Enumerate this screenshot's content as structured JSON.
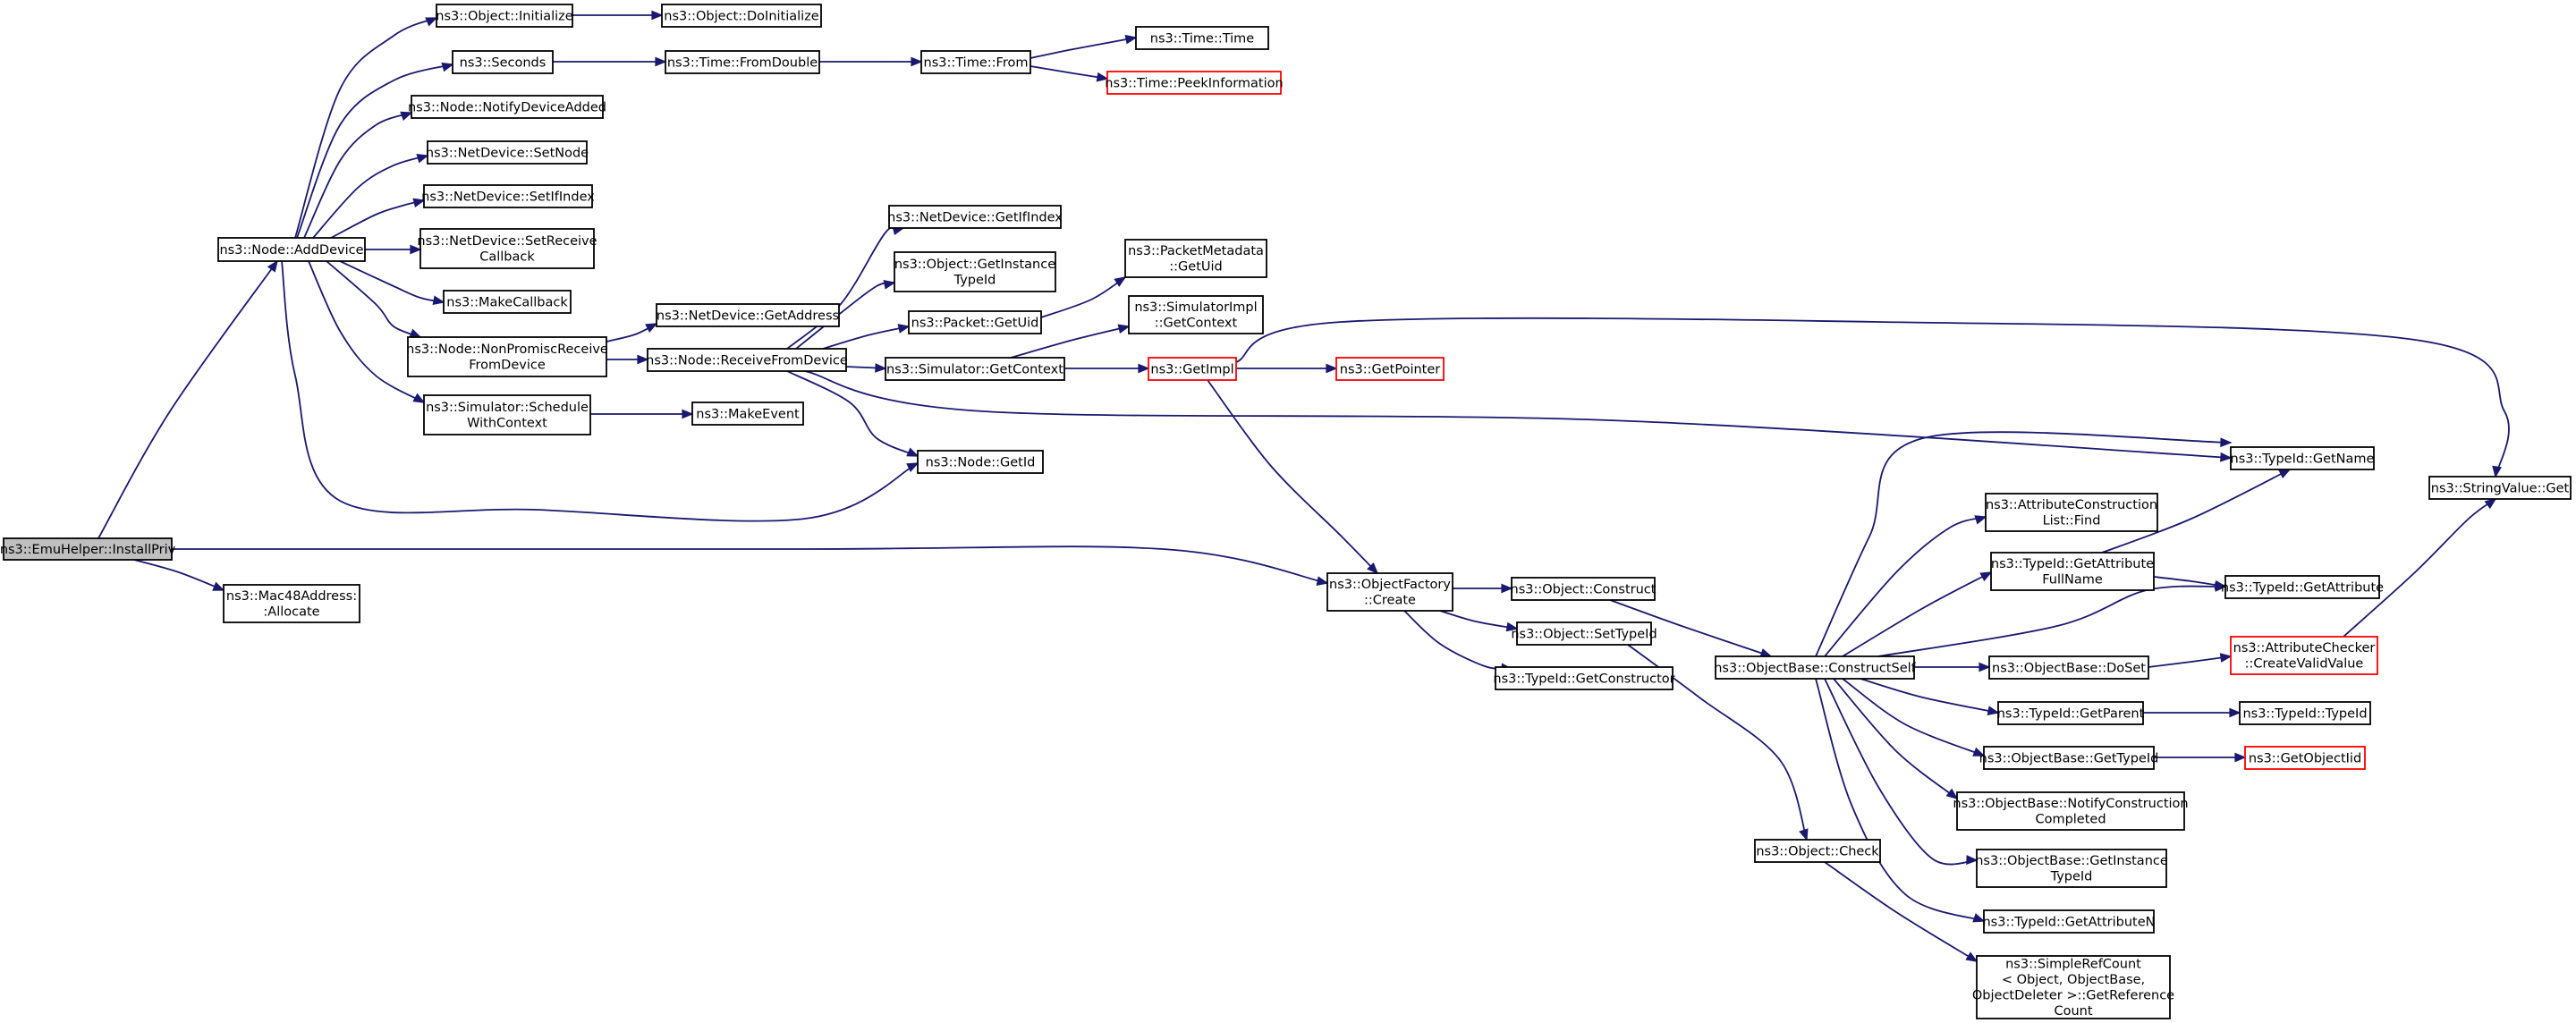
{
  "colors": {
    "edge": "#191970",
    "node_border": "#000000",
    "missing_border": "#ff0000",
    "root_fill": "#bfbfbf",
    "node_fill": "#ffffff",
    "background": "#ffffff"
  },
  "diagram": {
    "type": "call-graph",
    "nodes": [
      {
        "id": "install",
        "lines": [
          "ns3::EmuHelper::InstallPriv"
        ],
        "style": "root"
      },
      {
        "id": "mac48",
        "lines": [
          "ns3::Mac48Address:",
          ":Allocate"
        ],
        "style": "normal"
      },
      {
        "id": "adddevice",
        "lines": [
          "ns3::Node::AddDevice"
        ],
        "style": "normal"
      },
      {
        "id": "objinit",
        "lines": [
          "ns3::Object::Initialize"
        ],
        "style": "normal"
      },
      {
        "id": "objdoinit",
        "lines": [
          "ns3::Object::DoInitialize"
        ],
        "style": "normal"
      },
      {
        "id": "seconds",
        "lines": [
          "ns3::Seconds"
        ],
        "style": "normal"
      },
      {
        "id": "fromdouble",
        "lines": [
          "ns3::Time::FromDouble"
        ],
        "style": "normal"
      },
      {
        "id": "timefrom",
        "lines": [
          "ns3::Time::From"
        ],
        "style": "normal"
      },
      {
        "id": "timetime",
        "lines": [
          "ns3::Time::Time"
        ],
        "style": "normal"
      },
      {
        "id": "peekinfo",
        "lines": [
          "ns3::Time::PeekInformation"
        ],
        "style": "missing"
      },
      {
        "id": "notifyadded",
        "lines": [
          "ns3::Node::NotifyDeviceAdded"
        ],
        "style": "normal"
      },
      {
        "id": "setnode",
        "lines": [
          "ns3::NetDevice::SetNode"
        ],
        "style": "normal"
      },
      {
        "id": "setifindex",
        "lines": [
          "ns3::NetDevice::SetIfIndex"
        ],
        "style": "normal"
      },
      {
        "id": "setreceive",
        "lines": [
          "ns3::NetDevice::SetReceive",
          "Callback"
        ],
        "style": "normal"
      },
      {
        "id": "makecallback",
        "lines": [
          "ns3::MakeCallback"
        ],
        "style": "normal"
      },
      {
        "id": "nonpromisc",
        "lines": [
          "ns3::Node::NonPromiscReceive",
          "FromDevice"
        ],
        "style": "normal"
      },
      {
        "id": "schedctx",
        "lines": [
          "ns3::Simulator::Schedule",
          "WithContext"
        ],
        "style": "normal"
      },
      {
        "id": "getaddress",
        "lines": [
          "ns3::NetDevice::GetAddress"
        ],
        "style": "normal"
      },
      {
        "id": "recvfromdev",
        "lines": [
          "ns3::Node::ReceiveFromDevice"
        ],
        "style": "normal"
      },
      {
        "id": "makeevent",
        "lines": [
          "ns3::MakeEvent"
        ],
        "style": "normal"
      },
      {
        "id": "getifindex",
        "lines": [
          "ns3::NetDevice::GetIfIndex"
        ],
        "style": "normal"
      },
      {
        "id": "getinsttypeid",
        "lines": [
          "ns3::Object::GetInstance",
          "TypeId"
        ],
        "style": "normal"
      },
      {
        "id": "packetuid",
        "lines": [
          "ns3::Packet::GetUid"
        ],
        "style": "normal"
      },
      {
        "id": "simctx",
        "lines": [
          "ns3::Simulator::GetContext"
        ],
        "style": "normal"
      },
      {
        "id": "nodegetid",
        "lines": [
          "ns3::Node::GetId"
        ],
        "style": "normal"
      },
      {
        "id": "pktmetauid",
        "lines": [
          "ns3::PacketMetadata",
          "::GetUid"
        ],
        "style": "normal"
      },
      {
        "id": "simimplctx",
        "lines": [
          "ns3::SimulatorImpl",
          "::GetContext"
        ],
        "style": "normal"
      },
      {
        "id": "getimpl",
        "lines": [
          "ns3::GetImpl"
        ],
        "style": "missing"
      },
      {
        "id": "getpointer",
        "lines": [
          "ns3::GetPointer"
        ],
        "style": "missing"
      },
      {
        "id": "objfactory",
        "lines": [
          "ns3::ObjectFactory",
          "::Create"
        ],
        "style": "normal"
      },
      {
        "id": "objconstruct",
        "lines": [
          "ns3::Object::Construct"
        ],
        "style": "normal"
      },
      {
        "id": "objsettypeid",
        "lines": [
          "ns3::Object::SetTypeId"
        ],
        "style": "normal"
      },
      {
        "id": "getconstructor",
        "lines": [
          "ns3::TypeId::GetConstructor"
        ],
        "style": "normal"
      },
      {
        "id": "constructself",
        "lines": [
          "ns3::ObjectBase::ConstructSelf"
        ],
        "style": "normal"
      },
      {
        "id": "objcheck",
        "lines": [
          "ns3::Object::Check"
        ],
        "style": "normal"
      },
      {
        "id": "simplerefcount",
        "lines": [
          "ns3::SimpleRefCount",
          "< Object, ObjectBase,",
          "ObjectDeleter >::GetReference",
          "Count"
        ],
        "style": "normal"
      },
      {
        "id": "attrconstfind",
        "lines": [
          "ns3::AttributeConstruction",
          "List::Find"
        ],
        "style": "normal"
      },
      {
        "id": "getattrfullname",
        "lines": [
          "ns3::TypeId::GetAttribute",
          "FullName"
        ],
        "style": "normal"
      },
      {
        "id": "typeidgetname",
        "lines": [
          "ns3::TypeId::GetName"
        ],
        "style": "normal"
      },
      {
        "id": "typeidgetattr",
        "lines": [
          "ns3::TypeId::GetAttribute"
        ],
        "style": "normal"
      },
      {
        "id": "doset",
        "lines": [
          "ns3::ObjectBase::DoSet"
        ],
        "style": "normal"
      },
      {
        "id": "attrchecker",
        "lines": [
          "ns3::AttributeChecker",
          "::CreateValidValue"
        ],
        "style": "missing"
      },
      {
        "id": "stringvalget",
        "lines": [
          "ns3::StringValue::Get"
        ],
        "style": "normal"
      },
      {
        "id": "getparent",
        "lines": [
          "ns3::TypeId::GetParent"
        ],
        "style": "normal"
      },
      {
        "id": "typeidtypeid",
        "lines": [
          "ns3::TypeId::TypeId"
        ],
        "style": "normal"
      },
      {
        "id": "objbasegettypeid",
        "lines": [
          "ns3::ObjectBase::GetTypeId"
        ],
        "style": "normal"
      },
      {
        "id": "getobjectiid",
        "lines": [
          "ns3::GetObjectIid"
        ],
        "style": "missing"
      },
      {
        "id": "notifyconstruct",
        "lines": [
          "ns3::ObjectBase::NotifyConstruction",
          "Completed"
        ],
        "style": "normal"
      },
      {
        "id": "objbaseinsttypeid",
        "lines": [
          "ns3::ObjectBase::GetInstance",
          "TypeId"
        ],
        "style": "normal"
      },
      {
        "id": "getattributen",
        "lines": [
          "ns3::TypeId::GetAttributeN"
        ],
        "style": "normal"
      }
    ],
    "edges": [
      [
        "install",
        "adddevice"
      ],
      [
        "install",
        "mac48"
      ],
      [
        "install",
        "objfactory"
      ],
      [
        "adddevice",
        "objinit"
      ],
      [
        "adddevice",
        "seconds"
      ],
      [
        "adddevice",
        "notifyadded"
      ],
      [
        "adddevice",
        "setnode"
      ],
      [
        "adddevice",
        "setifindex"
      ],
      [
        "adddevice",
        "setreceive"
      ],
      [
        "adddevice",
        "makecallback"
      ],
      [
        "adddevice",
        "nonpromisc"
      ],
      [
        "adddevice",
        "schedctx"
      ],
      [
        "adddevice",
        "nodegetid"
      ],
      [
        "objinit",
        "objdoinit"
      ],
      [
        "seconds",
        "fromdouble"
      ],
      [
        "fromdouble",
        "timefrom"
      ],
      [
        "timefrom",
        "timetime"
      ],
      [
        "timefrom",
        "peekinfo"
      ],
      [
        "nonpromisc",
        "getaddress"
      ],
      [
        "nonpromisc",
        "recvfromdev"
      ],
      [
        "schedctx",
        "makeevent"
      ],
      [
        "recvfromdev",
        "getifindex"
      ],
      [
        "recvfromdev",
        "getinsttypeid"
      ],
      [
        "recvfromdev",
        "packetuid"
      ],
      [
        "recvfromdev",
        "simctx"
      ],
      [
        "recvfromdev",
        "nodegetid"
      ],
      [
        "recvfromdev",
        "typeidgetname"
      ],
      [
        "packetuid",
        "pktmetauid"
      ],
      [
        "simctx",
        "simimplctx"
      ],
      [
        "simctx",
        "getimpl"
      ],
      [
        "getimpl",
        "getpointer"
      ],
      [
        "getimpl",
        "stringvalget"
      ],
      [
        "getimpl",
        "objfactory"
      ],
      [
        "objfactory",
        "objconstruct"
      ],
      [
        "objfactory",
        "objsettypeid"
      ],
      [
        "objfactory",
        "getconstructor"
      ],
      [
        "objconstruct",
        "constructself"
      ],
      [
        "objsettypeid",
        "objcheck"
      ],
      [
        "objcheck",
        "simplerefcount"
      ],
      [
        "constructself",
        "typeidgetname"
      ],
      [
        "constructself",
        "attrconstfind"
      ],
      [
        "constructself",
        "getattrfullname"
      ],
      [
        "constructself",
        "typeidgetattr"
      ],
      [
        "constructself",
        "doset"
      ],
      [
        "constructself",
        "getparent"
      ],
      [
        "constructself",
        "objbasegettypeid"
      ],
      [
        "constructself",
        "notifyconstruct"
      ],
      [
        "constructself",
        "objbaseinsttypeid"
      ],
      [
        "constructself",
        "getattributen"
      ],
      [
        "getattrfullname",
        "typeidgetname"
      ],
      [
        "getattrfullname",
        "typeidgetattr"
      ],
      [
        "doset",
        "attrchecker"
      ],
      [
        "attrchecker",
        "stringvalget"
      ],
      [
        "getparent",
        "typeidtypeid"
      ],
      [
        "objbasegettypeid",
        "getobjectiid"
      ]
    ]
  }
}
